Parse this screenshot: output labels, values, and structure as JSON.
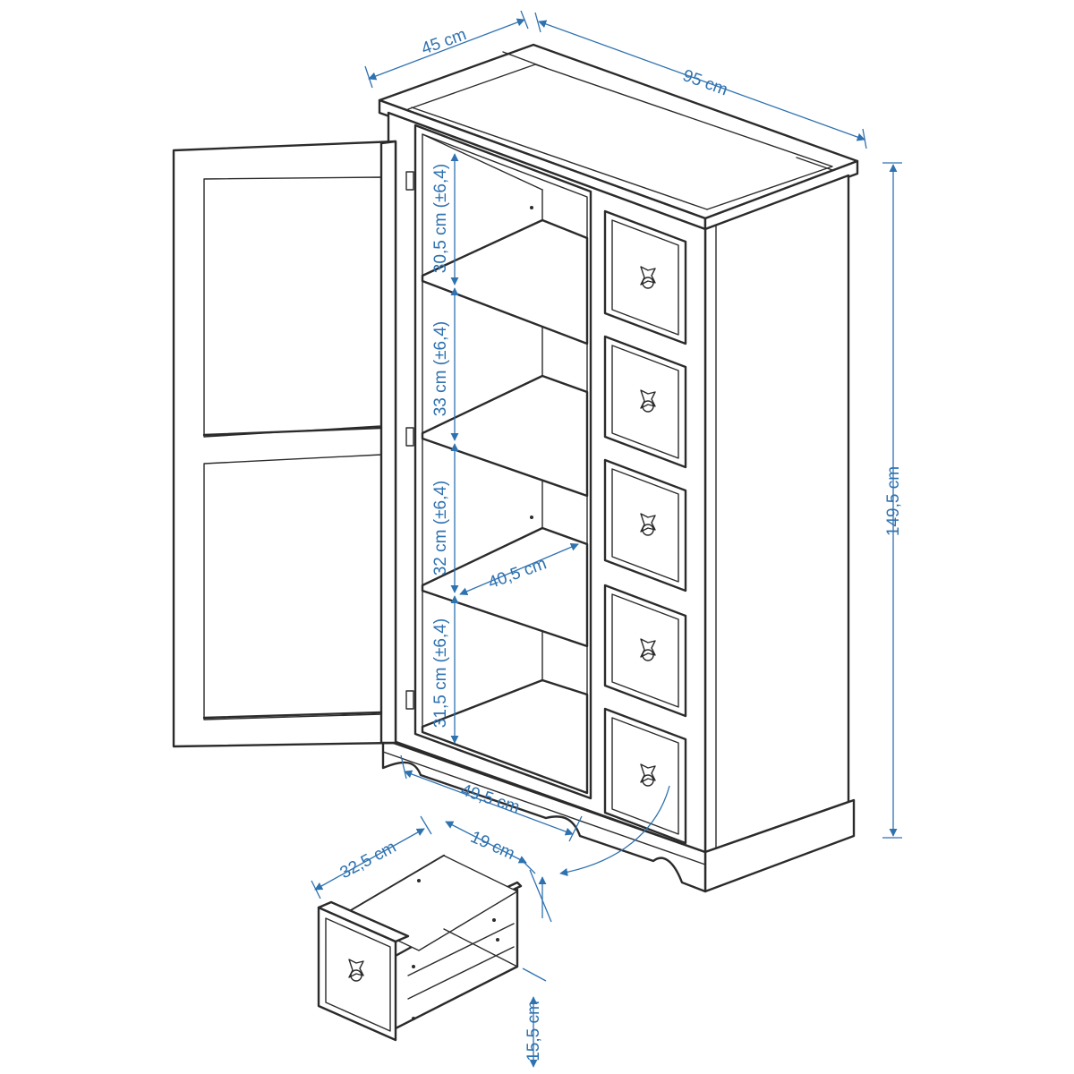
{
  "dimensions": {
    "depth": "45 cm",
    "width": "95 cm",
    "height": "149,5 cm",
    "shelf1": "30,5 cm (±6,4)",
    "shelf2": "33 cm (±6,4)",
    "shelf3": "32 cm (±6,4)",
    "shelf4": "31,5 cm (±6,4)",
    "inner_depth": "40,5 cm",
    "inner_width": "49,5 cm",
    "drawer_depth": "32,5 cm",
    "drawer_width": "19 cm",
    "drawer_height": "15,5 cm"
  },
  "colors": {
    "line": "#2b2b2b",
    "dimension": "#2f72b0"
  },
  "drawer_count": 5,
  "shelf_count": 4
}
